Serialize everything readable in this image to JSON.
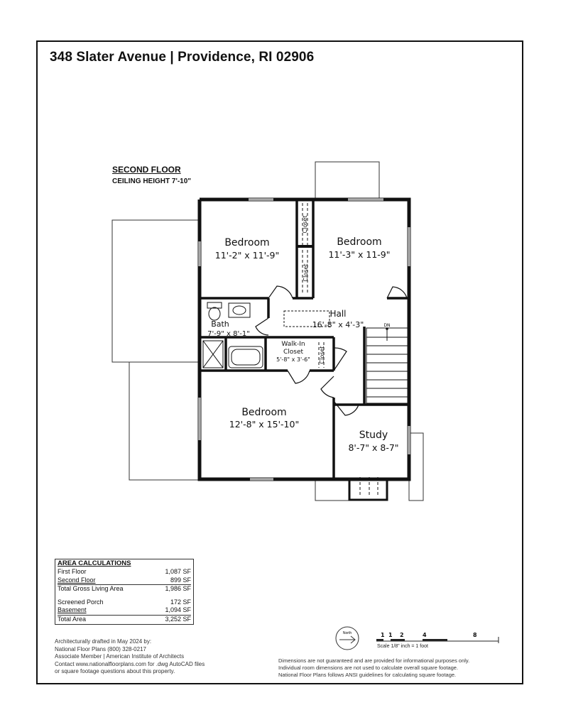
{
  "header": {
    "address": "348 Slater Avenue | Providence, RI 02906"
  },
  "plan": {
    "floor_title": "SECOND FLOOR",
    "ceiling": "CEILING HEIGHT 7'-10\"",
    "rooms": {
      "bedroom_nw": {
        "name": "Bedroom",
        "dims": "11'-2\" x 11'-9\""
      },
      "bedroom_ne": {
        "name": "Bedroom",
        "dims": "11'-3\" x 11-9\""
      },
      "hall": {
        "name": "Hall",
        "dims": "16'-8\" x 4'-3\""
      },
      "bath": {
        "name": "Bath",
        "dims": "7'-9\" x 8'-1\""
      },
      "walkin": {
        "name": "Walk-In",
        "name2": "Closet",
        "dims": "5'-8\" x 3'-6\""
      },
      "bedroom_s": {
        "name": "Bedroom",
        "dims": "12'-8\" x 15'-10\""
      },
      "study": {
        "name": "Study",
        "dims": "8'-7\" x 8-7\""
      }
    },
    "closet_label": "Closet",
    "stair_label": "DN"
  },
  "area_calc": {
    "title": "AREA CALCULATIONS",
    "rows": [
      {
        "label": "First Floor",
        "value": "1,087 SF"
      },
      {
        "label": "Second Floor",
        "value": "899 SF"
      },
      {
        "label": "Total Gross Living Area",
        "value": "1,986 SF"
      },
      {
        "label": "Screened Porch",
        "value": "172 SF"
      },
      {
        "label": "Basement",
        "value": "1,094 SF"
      },
      {
        "label": "Total Area",
        "value": "3,252 SF"
      }
    ]
  },
  "credit": {
    "line1": "Architecturally drafted in May 2024 by:",
    "line2": "National Floor Plans  (800) 328-0217",
    "line3": "Associate Member | American Institute of Architects",
    "line4": "Contact www.nationalfloorplans.com for .dwg AutoCAD files",
    "line5": "or square footage questions about this property."
  },
  "disclaimer": {
    "line1": "Dimensions are not guaranteed and are provided for informational purposes only.",
    "line2": "Individual room dimensions are not used to calculate overall square footage.",
    "line3": "National Floor Plans follows ANSI guidelines for calculating square footage."
  },
  "scale": {
    "ticks": [
      "1",
      "1",
      "2",
      "4",
      "8"
    ],
    "label": "Scale 1/8\" inch = 1 foot",
    "north": "North"
  }
}
